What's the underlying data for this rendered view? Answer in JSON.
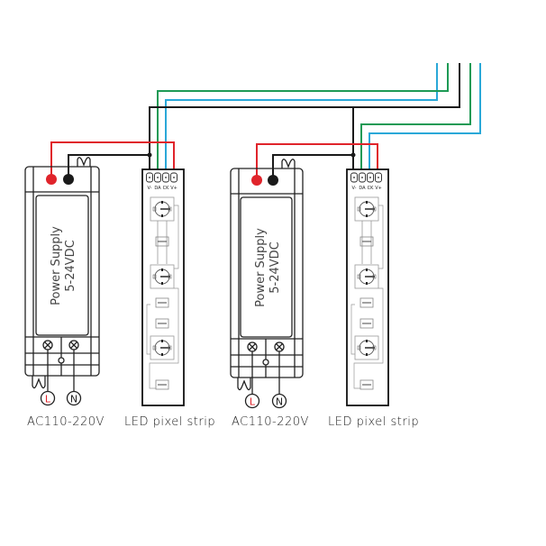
{
  "title": "LED pixel strip wiring diagram",
  "colors": {
    "v_plus": "#e0242b",
    "ground": "#1a1a1a",
    "data": "#1e9a55",
    "clock": "#2aa8d8",
    "outline": "#222222",
    "component": "#888888"
  },
  "units": [
    {
      "power_supply": {
        "line1": "Power Supply",
        "line2": "5-24VDC"
      },
      "terminals": {
        "live": "L",
        "neutral": "N"
      },
      "ac_label": "AC110-220V",
      "strip": {
        "pins": [
          "V-",
          "DA",
          "CK",
          "V+"
        ],
        "label": "LED pixel strip"
      }
    },
    {
      "power_supply": {
        "line1": "Power Supply",
        "line2": "5-24VDC"
      },
      "terminals": {
        "live": "L",
        "neutral": "N"
      },
      "ac_label": "AC110-220V",
      "strip": {
        "pins": [
          "V-",
          "DA",
          "CK",
          "V+"
        ],
        "label": "LED pixel strip"
      }
    }
  ]
}
